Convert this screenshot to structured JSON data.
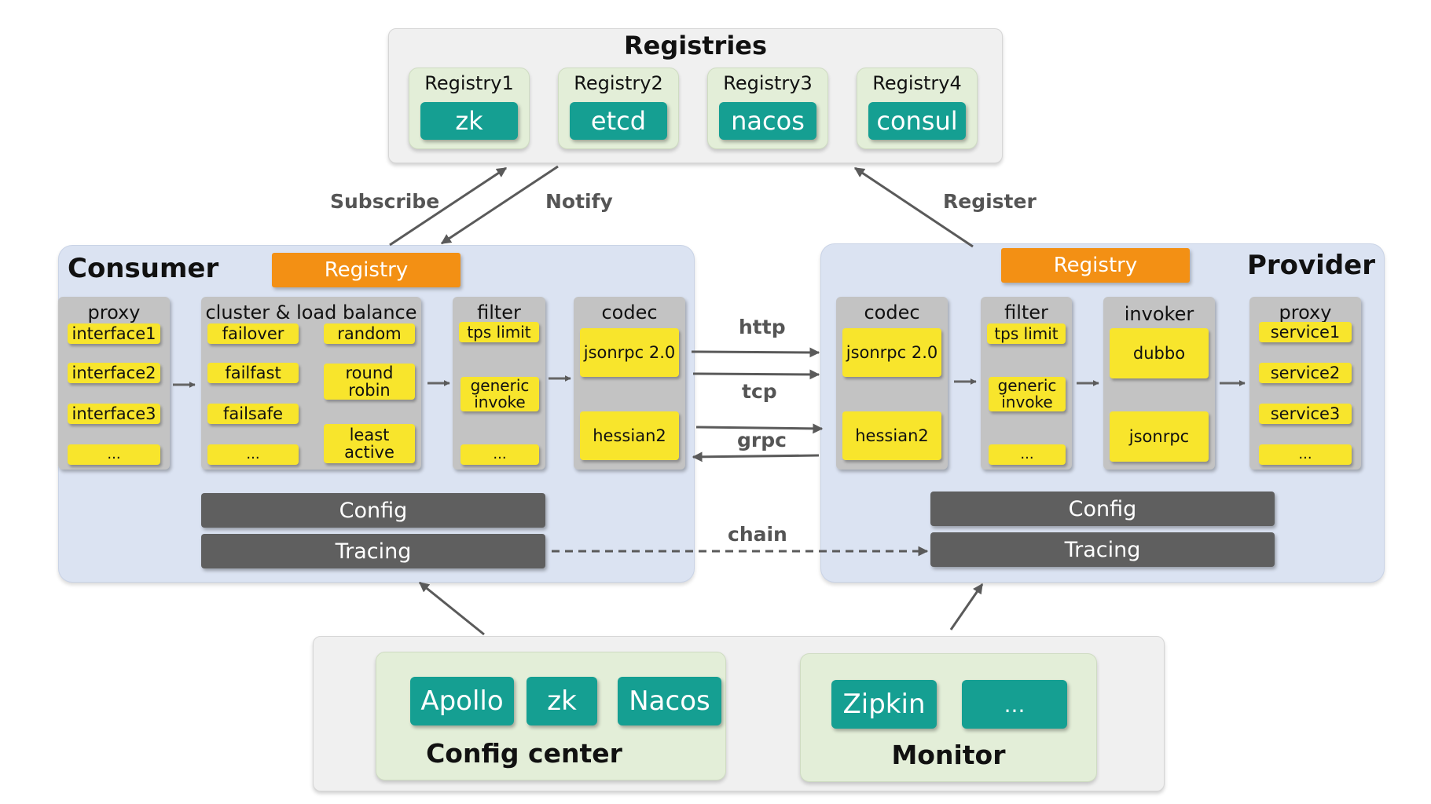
{
  "registries": {
    "title": "Registries",
    "items": [
      {
        "label": "Registry1",
        "impl": "zk"
      },
      {
        "label": "Registry2",
        "impl": "etcd"
      },
      {
        "label": "Registry3",
        "impl": "nacos"
      },
      {
        "label": "Registry4",
        "impl": "consul"
      }
    ]
  },
  "edges": {
    "subscribe": "Subscribe",
    "notify": "Notify",
    "register": "Register",
    "http": "http",
    "tcp": "tcp",
    "grpc": "grpc",
    "chain": "chain"
  },
  "consumer": {
    "title": "Consumer",
    "registry": "Registry",
    "proxy": {
      "title": "proxy",
      "items": [
        "interface1",
        "interface2",
        "interface3",
        "..."
      ]
    },
    "cluster": {
      "title": "cluster & load balance",
      "left": [
        "failover",
        "failfast",
        "failsafe",
        "..."
      ],
      "right": [
        "random",
        "round robin",
        "least active"
      ]
    },
    "filter": {
      "title": "filter",
      "items": [
        "tps limit",
        "generic invoke",
        "..."
      ]
    },
    "codec": {
      "title": "codec",
      "items": [
        "jsonrpc 2.0",
        "hessian2"
      ]
    },
    "config": "Config",
    "tracing": "Tracing"
  },
  "provider": {
    "title": "Provider",
    "registry": "Registry",
    "codec": {
      "title": "codec",
      "items": [
        "jsonrpc 2.0",
        "hessian2"
      ]
    },
    "filter": {
      "title": "filter",
      "items": [
        "tps limit",
        "generic invoke",
        "..."
      ]
    },
    "invoker": {
      "title": "invoker",
      "items": [
        "dubbo",
        "jsonrpc"
      ]
    },
    "proxy": {
      "title": "proxy",
      "items": [
        "service1",
        "service2",
        "service3",
        "..."
      ]
    },
    "config": "Config",
    "tracing": "Tracing"
  },
  "config_center": {
    "title": "Config center",
    "items": [
      "Apollo",
      "zk",
      "Nacos"
    ]
  },
  "monitor": {
    "title": "Monitor",
    "items": [
      "Zipkin",
      "..."
    ]
  },
  "colors": {
    "teal": "#159f92",
    "yellow": "#f8e52c",
    "orange": "#f39014",
    "dark_grey": "#5f5f5f",
    "panel_blue": "#dbe3f2",
    "panel_green": "#e3eed8",
    "arrow": "#5a5a5a"
  }
}
